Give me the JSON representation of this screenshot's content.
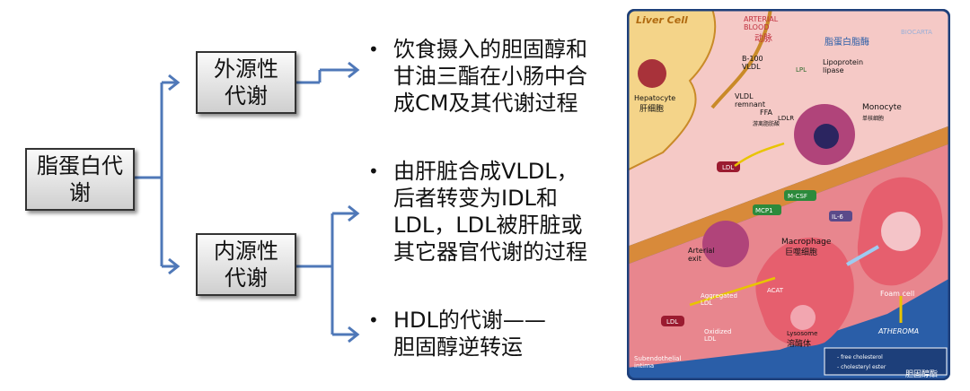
{
  "root_label": "脂蛋白代\n谢",
  "branches": [
    {
      "label": "外源性\n代谢"
    },
    {
      "label": "内源性\n代谢"
    }
  ],
  "bullets": [
    {
      "marker": "•",
      "text": "饮食摄入的胆固醇和\n甘油三酯在小肠中合\n成CM及其代谢过程"
    },
    {
      "marker": "•",
      "text": "由肝脏合成VLDL，\n后者转变为IDL和\nLDL，LDL被肝脏或\n其它器官代谢的过程"
    },
    {
      "marker": "•",
      "text": "HDL的代谢——\n胆固醇逆转运"
    }
  ],
  "illustration": {
    "liver_cell": "Liver Cell",
    "arterial_blood": "ARTERIAL\nBLOOD",
    "arterial_blood_cn": "动脉",
    "brand": "BIOCARTA",
    "lpl_cn": "脂蛋白脂酶",
    "b100_vldl": "B-100\nVLDL",
    "lipoprotein_lipase": "Lipoprotein\nlipase",
    "vldl_remnant": "VLDL\nremnant",
    "ffa": "FFA",
    "ffa_cn": "游离脂肪酸",
    "hepatocyte": "Hepatocyte",
    "hepatocyte_cn": "肝细胞",
    "monocyte": "Monocyte",
    "monocyte_cn": "单核细胞",
    "ldl": "LDL",
    "ldlr": "LDLR",
    "lpl": "LPL",
    "m_csf": "M-CSF",
    "mcp1": "MCP1",
    "il6": "IL-6",
    "macrophage": "Macrophage",
    "macrophage_cn": "巨噬细胞",
    "arterial_exit": "Arterial\nexit",
    "foam_cell": "Foam cell",
    "acat": "ACAT",
    "aggregated_ldl": "Aggregated\nLDL",
    "oxidized_ldl": "Oxidized\nLDL",
    "lysosome": "Lysosome",
    "lysosome_cn": "溶酶体",
    "atheroma": "ATHEROMA",
    "subendothelial": "Subendothelial\nintima",
    "legend_free": "- free cholesterol",
    "legend_ester": "- cholesteryl ester",
    "corner_cn": "胆固醇酯",
    "colors": {
      "blood": "#f5c9c6",
      "intima": "#2a5ea8",
      "border": "#1d3f7a",
      "cell": "#c0303e",
      "arrow": "#e8c400"
    }
  }
}
